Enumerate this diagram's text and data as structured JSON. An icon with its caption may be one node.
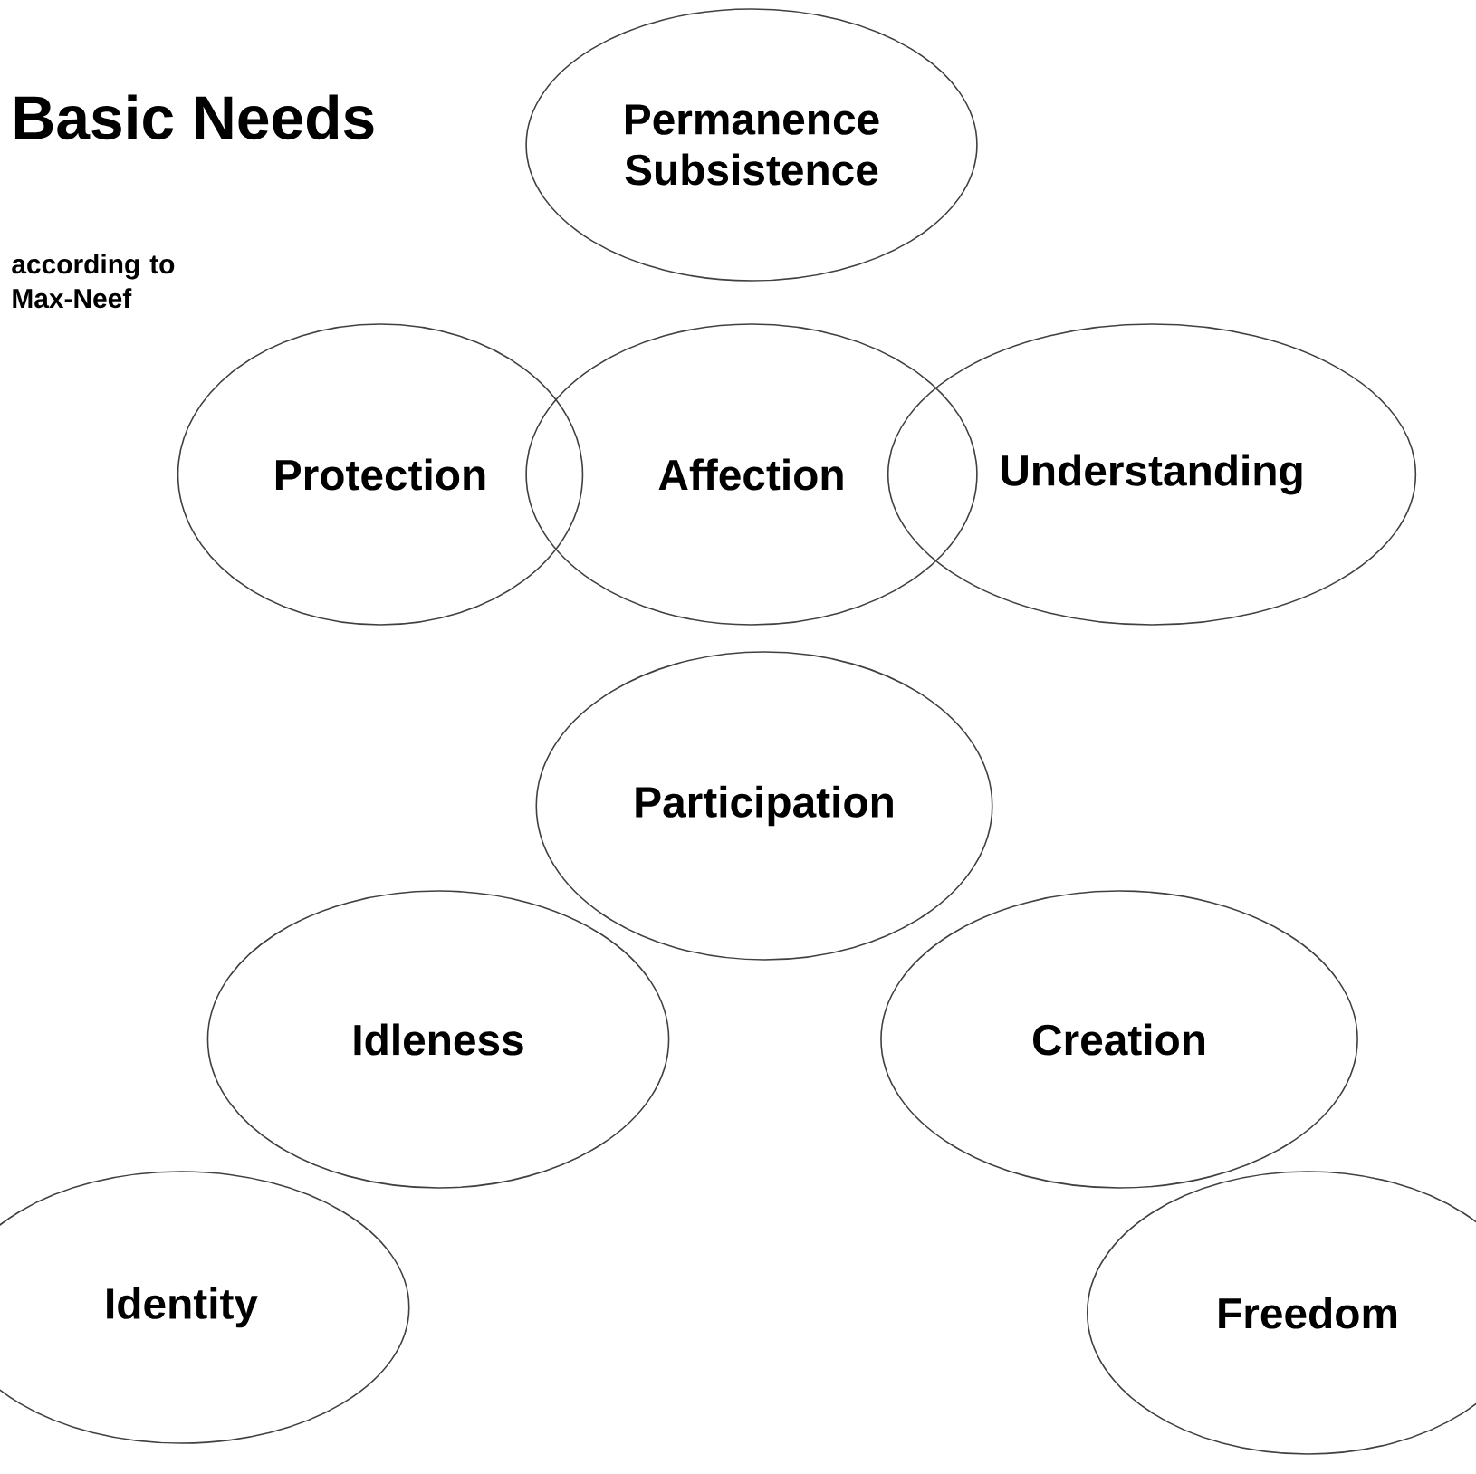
{
  "diagram": {
    "title": "Basic Needs",
    "nodes": [
      {
        "text": [
          "Permanence Subsistence"
        ]
      },
      {
        "text": [
          "Protection"
        ]
      },
      {
        "text": [
          "Affection"
        ]
      },
      {
        "text": [
          "Understanding"
        ]
      },
      {
        "text": [
          "Participation"
        ]
      },
      {
        "text": [
          "Idleness"
        ]
      },
      {
        "text": [
          "Creation"
        ]
      },
      {
        "text": [
          "Identity"
        ]
      },
      {
        "text": [
          "Freedom"
        ]
      }
    ],
    "labels": [
      "according to Max-Neef"
    ]
  }
}
